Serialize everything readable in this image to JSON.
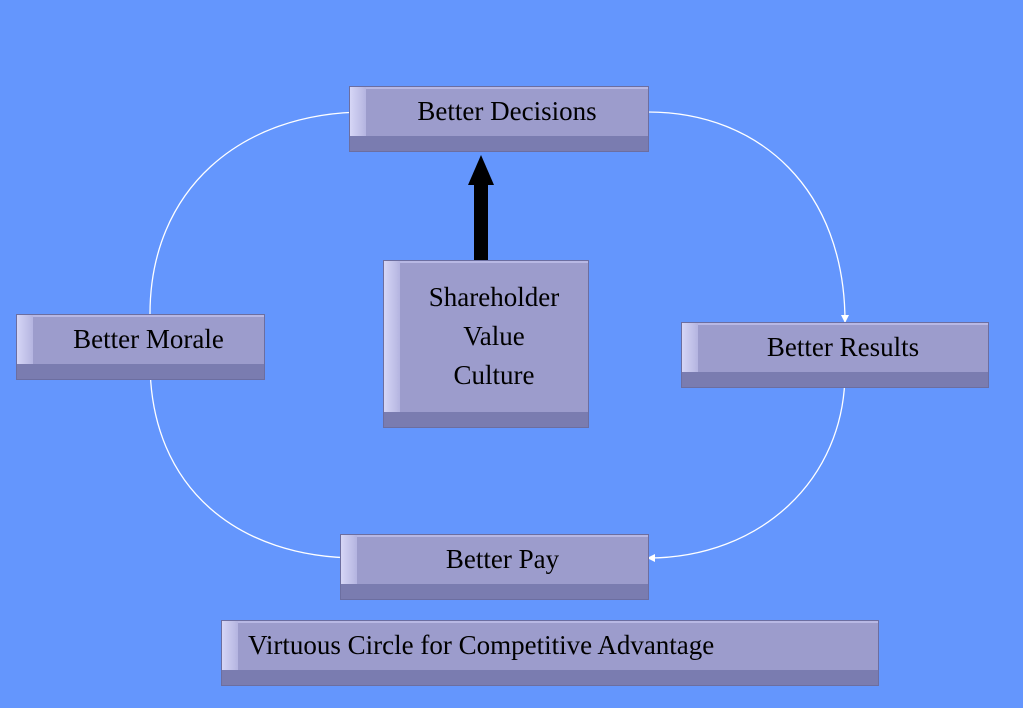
{
  "diagram": {
    "nodes": {
      "decisions": "Better Decisions",
      "results": "Better Results",
      "pay": "Better Pay",
      "morale": "Better Morale",
      "culture": "Shareholder\nValue\nCulture"
    },
    "caption": "Virtuous Circle for Competitive Advantage",
    "colors": {
      "background": "#6496fd",
      "box_face": "#9c9ccc",
      "box_bevel_light": "#d6d6f6",
      "box_bevel_dark": "#7a7cb0",
      "connector": "#ffffff",
      "central_arrow": "#000000"
    }
  }
}
